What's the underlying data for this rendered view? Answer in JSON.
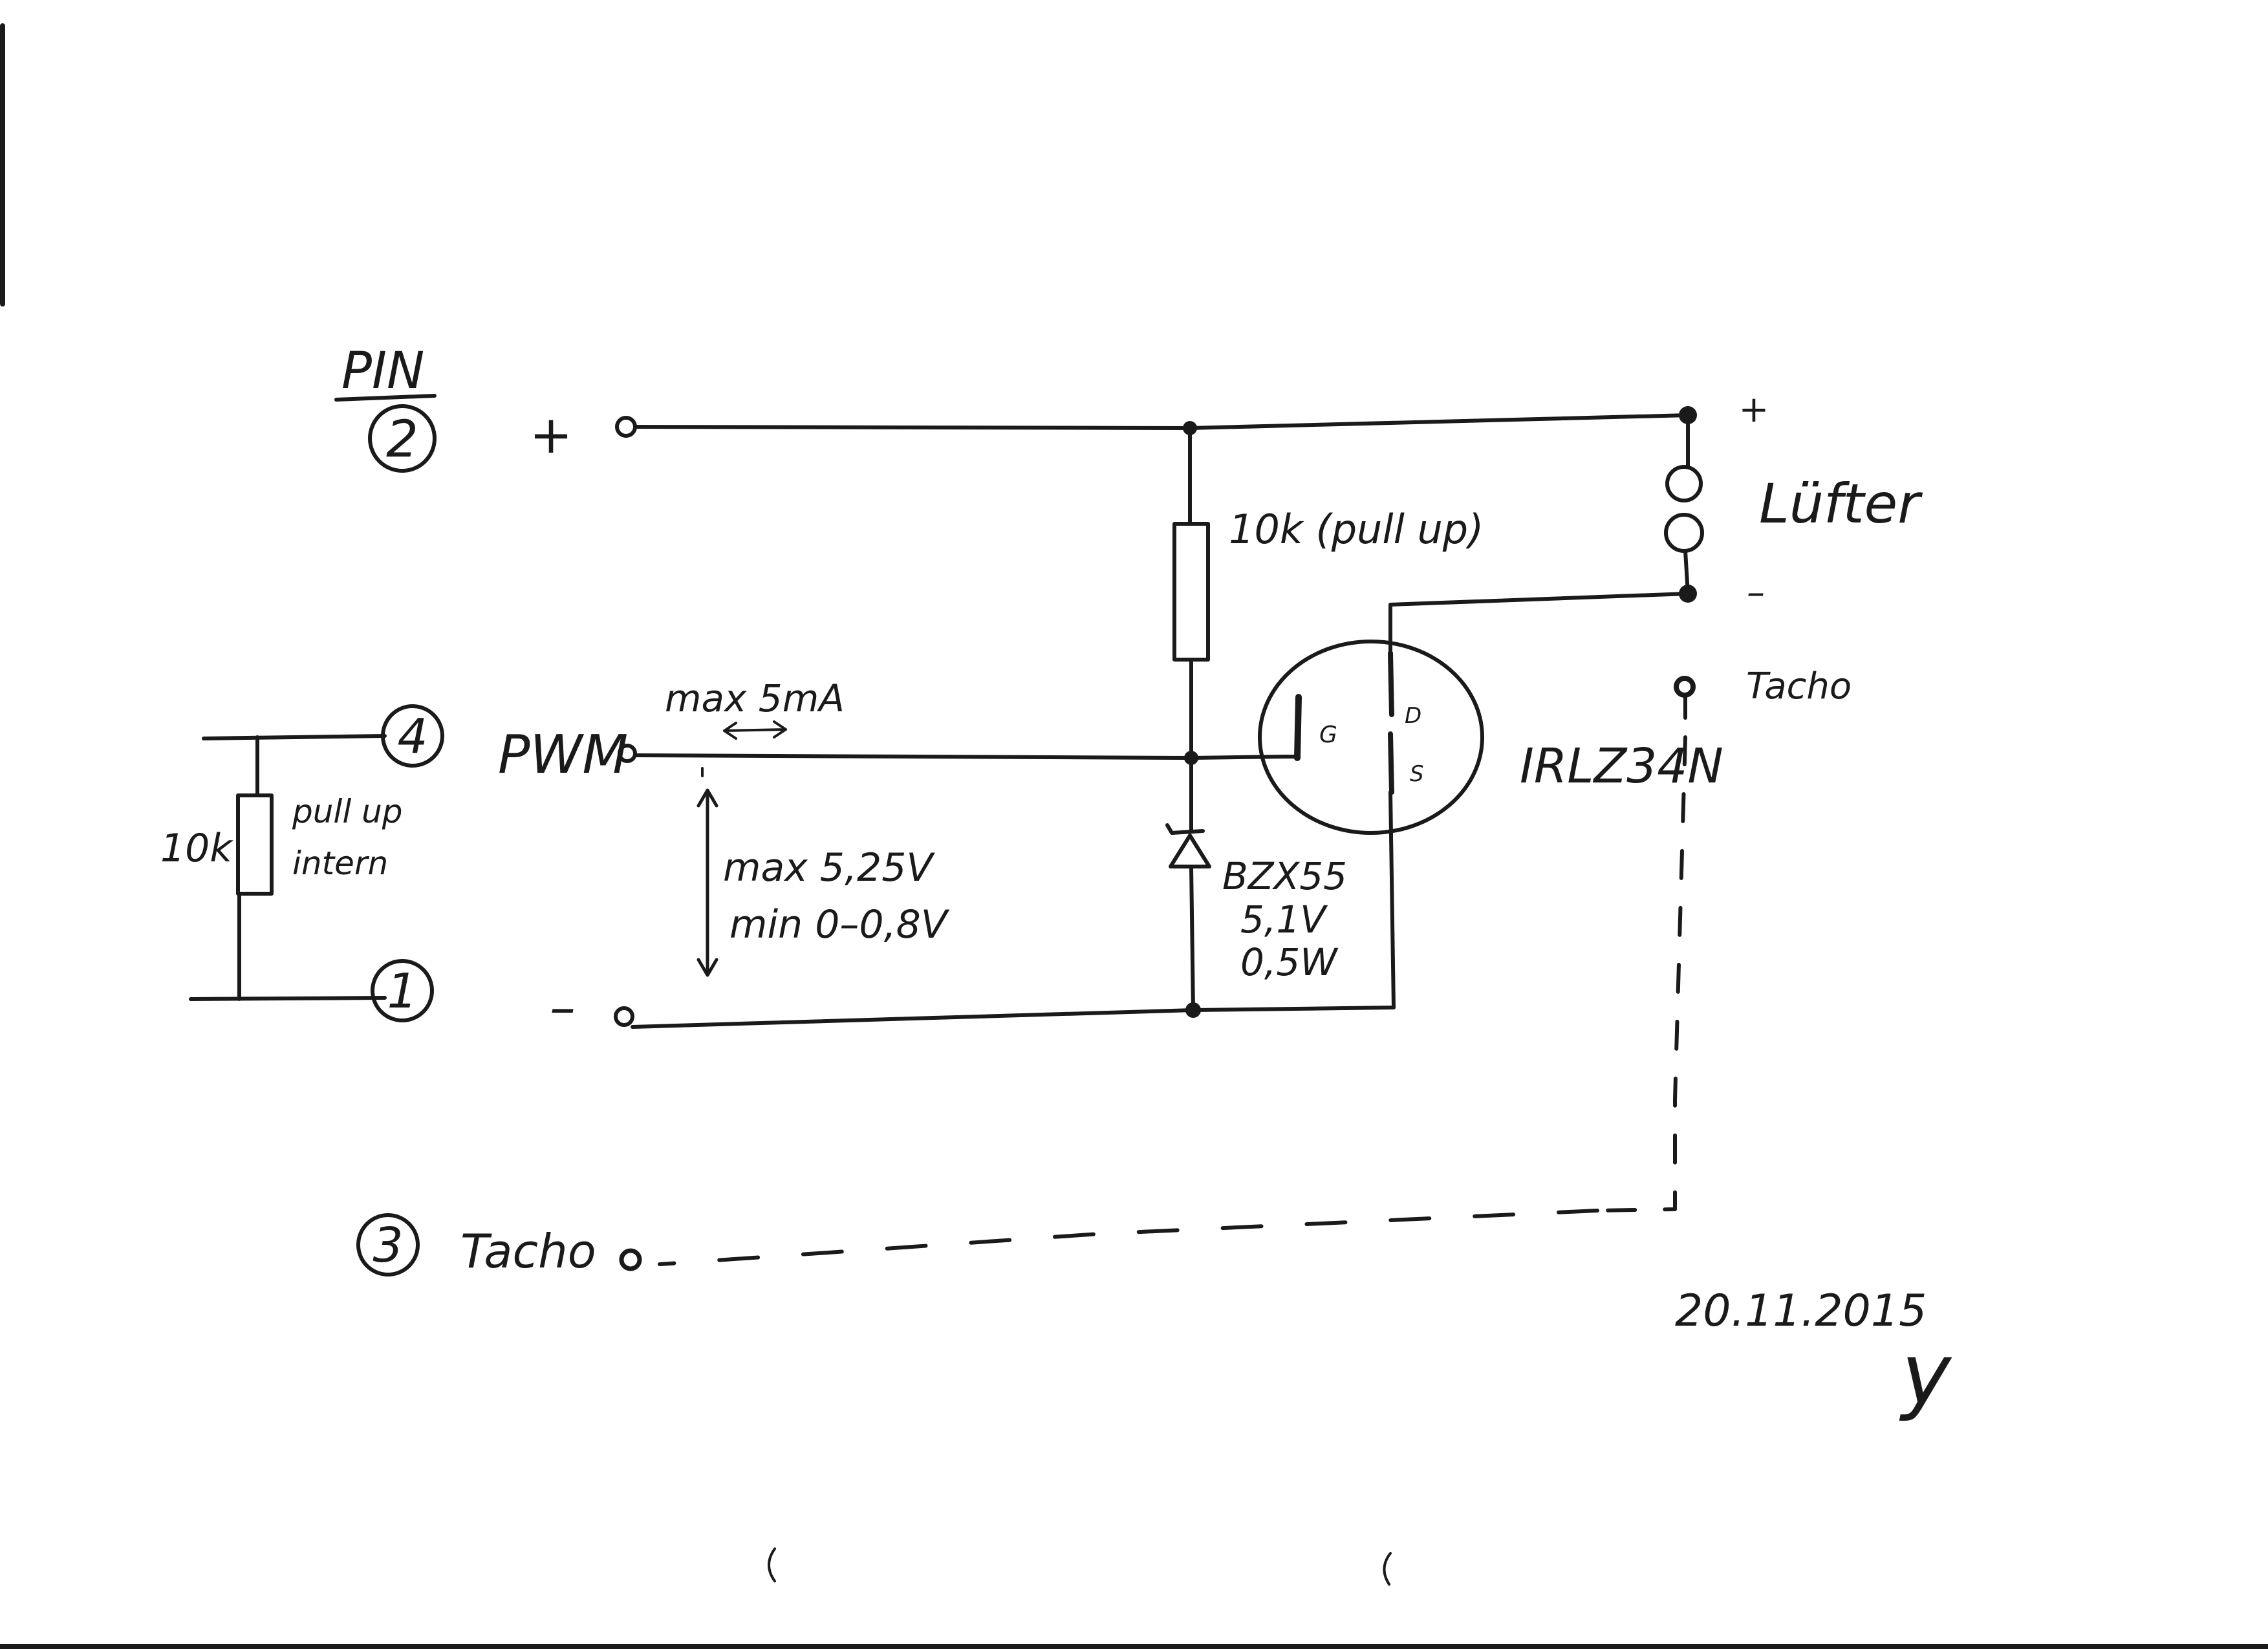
{
  "labels": {
    "pin_header": "PIN",
    "pin2_num": "2",
    "pin4_num": "4",
    "pin1_num": "1",
    "pin3_num": "3",
    "plus_terminal": "+",
    "minus_terminal": "–",
    "pwm": "PWM",
    "tacho_input": "Tacho",
    "max_current": "max 5mA",
    "max_voltage": "max 5,25V",
    "min_voltage": "min 0–0,8V",
    "pullup_resistor": "10k (pull up)",
    "internal_resistor": "10k",
    "pullup_intern_1": "pull up",
    "pullup_intern_2": "intern",
    "zener_name": "BZX55",
    "zener_voltage": "5,1V",
    "zener_power": "0,5W",
    "mosfet_name": "IRLZ34N",
    "gate": "G",
    "drain": "D",
    "source": "S",
    "fan": "Lüfter",
    "fan_plus": "+",
    "fan_minus": "–",
    "fan_tacho": "Tacho",
    "date": "20.11.2015",
    "signature": "y"
  }
}
